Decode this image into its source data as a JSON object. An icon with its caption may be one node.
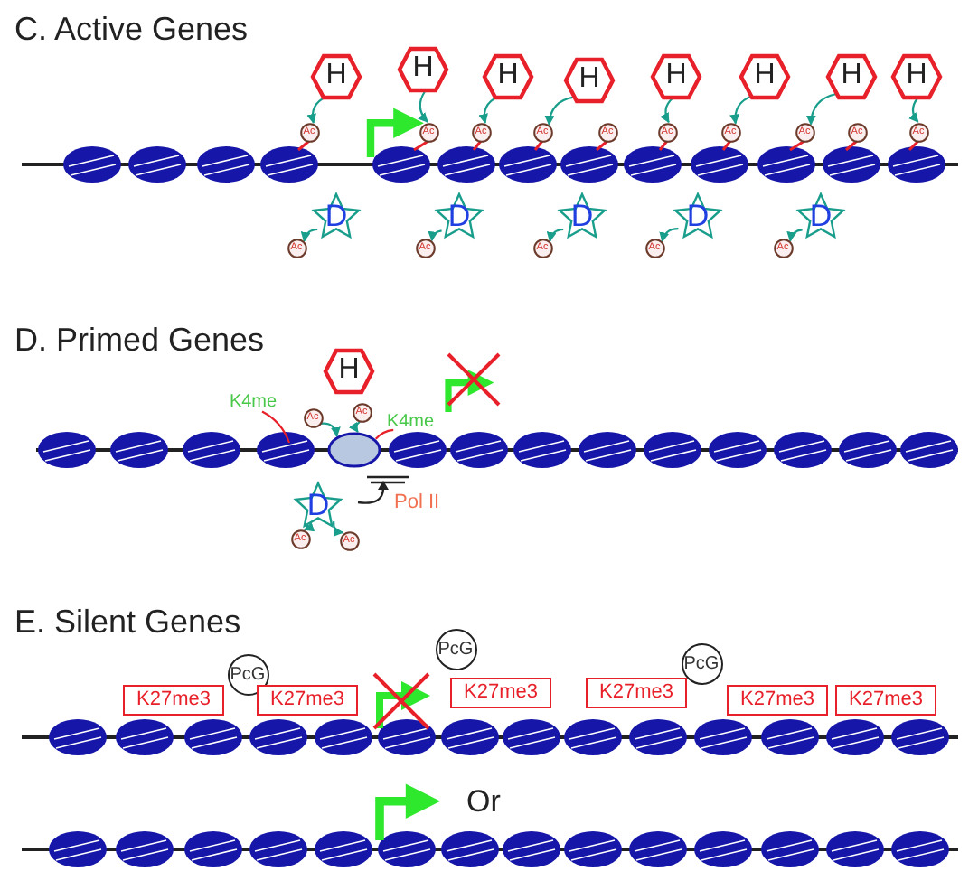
{
  "diagram": {
    "nodes": [
      {
        "text": [
          "H"
        ]
      },
      {
        "text": [
          "H"
        ]
      },
      {
        "text": [
          "H"
        ]
      },
      {
        "text": [
          "H"
        ]
      },
      {
        "text": [
          "H"
        ]
      },
      {
        "text": [
          "H"
        ]
      },
      {
        "text": [
          "H"
        ]
      },
      {
        "text": [
          "H"
        ]
      },
      {
        "text": [
          "Ac"
        ]
      },
      {
        "text": [
          "Ac"
        ]
      },
      {
        "text": [
          "Ac"
        ]
      },
      {
        "text": [
          "Ac"
        ]
      },
      {
        "text": [
          "Ac"
        ]
      },
      {
        "text": [
          "Ac"
        ]
      },
      {
        "text": [
          "Ac"
        ]
      },
      {
        "text": [
          "Ac"
        ]
      },
      {
        "text": [
          "Ac"
        ]
      },
      {
        "text": [
          "Ac"
        ]
      },
      {
        "text": [
          "D"
        ]
      },
      {
        "text": [
          "D"
        ]
      },
      {
        "text": [
          "D"
        ]
      },
      {
        "text": [
          "D"
        ]
      },
      {
        "text": [
          "D"
        ]
      },
      {
        "text": [
          "Ac"
        ]
      },
      {
        "text": [
          "Ac"
        ]
      },
      {
        "text": [
          "Ac"
        ]
      },
      {
        "text": [
          "Ac"
        ]
      },
      {
        "text": [
          "Ac"
        ]
      },
      {
        "text": [
          "H"
        ]
      },
      {
        "text": [
          "Ac"
        ]
      },
      {
        "text": [
          "Ac"
        ]
      },
      {
        "text": [
          "K4me"
        ]
      },
      {
        "text": [
          "K4me"
        ]
      },
      {
        "text": [],
        "shape": "ellipse"
      },
      {
        "text": [
          "D"
        ]
      },
      {
        "text": [
          "Ac"
        ]
      },
      {
        "text": [
          "Ac"
        ]
      },
      {
        "text": [
          "PcG"
        ]
      },
      {
        "text": [
          "PcG"
        ]
      },
      {
        "text": [
          "PcG"
        ]
      },
      {
        "text": [
          "K27me3"
        ]
      },
      {
        "text": [
          "K27me3"
        ]
      },
      {
        "text": [
          "K27me3"
        ]
      },
      {
        "text": [
          "K27me3"
        ]
      },
      {
        "text": [
          "K27me3"
        ]
      },
      {
        "text": [
          "K27me3"
        ]
      }
    ],
    "edges": [
      {
        "from": 0,
        "to": 8,
        "arrow": "to"
      },
      {
        "from": 1,
        "to": 9,
        "arrow": "to"
      },
      {
        "from": 2,
        "to": 10,
        "arrow": "to"
      },
      {
        "from": 3,
        "to": 11,
        "arrow": "to"
      },
      {
        "from": 4,
        "to": 13,
        "arrow": "to"
      },
      {
        "from": 5,
        "to": 14,
        "arrow": "to"
      },
      {
        "from": 6,
        "to": 15,
        "arrow": "to"
      },
      {
        "from": 7,
        "to": 17,
        "arrow": "to"
      },
      {
        "from": 18,
        "to": 23,
        "arrow": "to"
      },
      {
        "from": 19,
        "to": 24,
        "arrow": "to"
      },
      {
        "from": 20,
        "to": 25,
        "arrow": "to"
      },
      {
        "from": 21,
        "to": 26,
        "arrow": "to"
      },
      {
        "from": 22,
        "to": 27,
        "arrow": "to"
      },
      {
        "from": 29,
        "to": 33,
        "arrow": "to"
      },
      {
        "from": 30,
        "to": 33,
        "arrow": "to"
      },
      {
        "from": 31,
        "to": null,
        "arrow": "none",
        "color": "#e8202a"
      },
      {
        "from": 32,
        "to": 33,
        "arrow": "none",
        "color": "#e8202a"
      },
      {
        "from": 34,
        "to": 35,
        "arrow": "to"
      },
      {
        "from": 34,
        "to": 36,
        "arrow": "to"
      }
    ],
    "labels": [
      "C. Active Genes",
      "D. Primed Genes",
      "Pol II",
      "E. Silent Genes",
      "Or"
    ]
  }
}
